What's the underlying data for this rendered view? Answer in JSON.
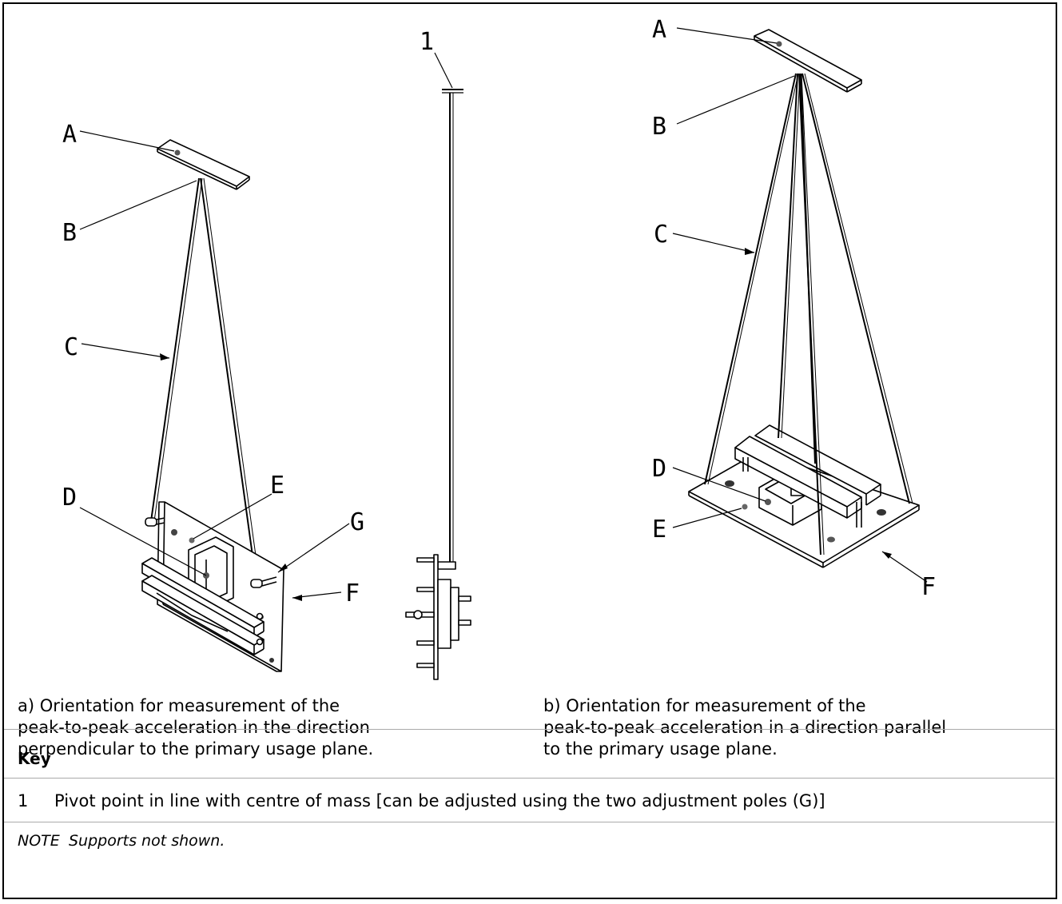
{
  "labels": {
    "a_A": "A",
    "a_B": "B",
    "a_C": "C",
    "a_D": "D",
    "a_E": "E",
    "a_G": "G",
    "a_F": "F",
    "side_1": "1",
    "b_A": "A",
    "b_B": "B",
    "b_C": "C",
    "b_D": "D",
    "b_E": "E",
    "b_F": "F"
  },
  "captions": {
    "a": "a) Orientation for measurement of the\npeak-to-peak acceleration in the direction\nperpendicular to the primary usage plane.",
    "b": "b) Orientation for measurement of the\npeak-to-peak acceleration in a direction parallel\nto the primary usage plane."
  },
  "key": {
    "heading": "Key",
    "items": [
      {
        "number": "1",
        "text": "Pivot point in line with centre of mass [can be adjusted using the two adjustment poles (G)]"
      }
    ]
  },
  "note": {
    "tag": "NOTE",
    "text": "Supports not shown."
  }
}
